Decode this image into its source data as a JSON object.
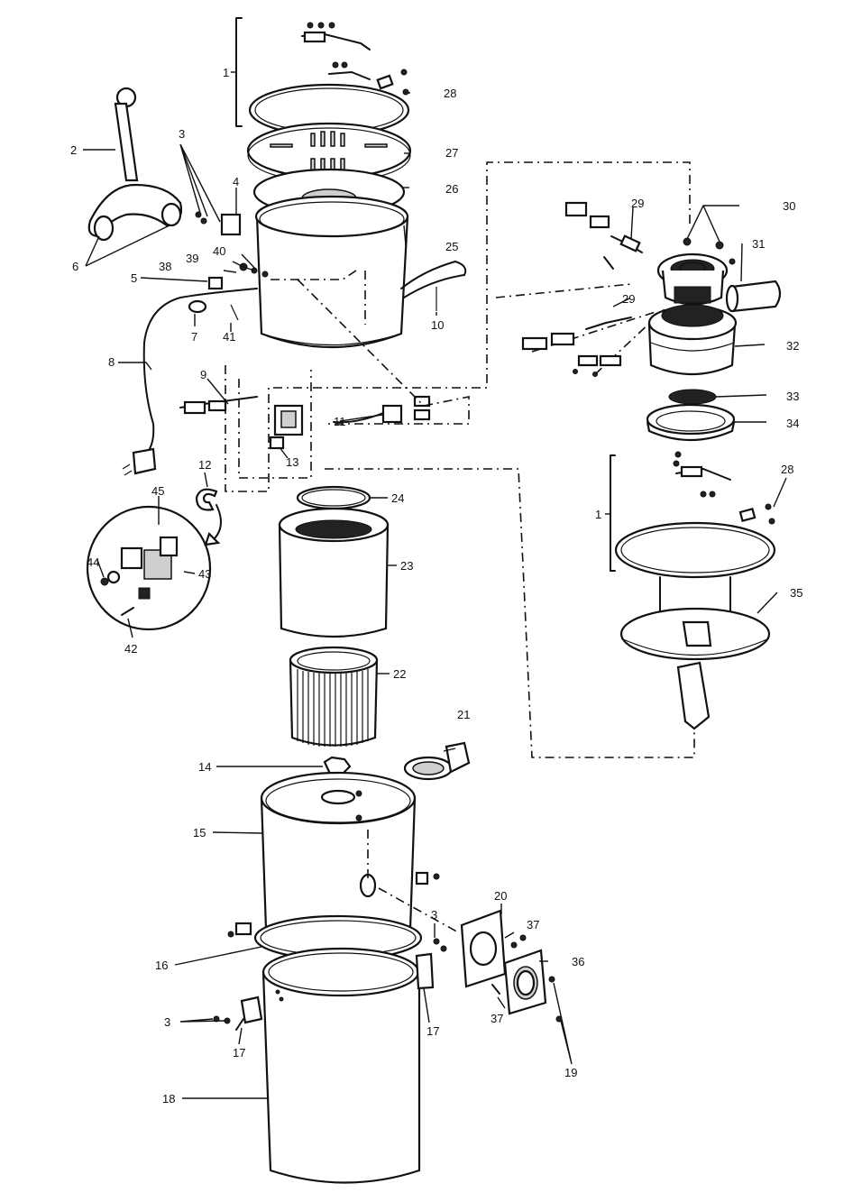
{
  "callouts": [
    {
      "key": "c1a",
      "text": "1"
    },
    {
      "key": "c2",
      "text": "2"
    },
    {
      "key": "c3a",
      "text": "3"
    },
    {
      "key": "c4",
      "text": "4"
    },
    {
      "key": "c5",
      "text": "5"
    },
    {
      "key": "c6",
      "text": "6"
    },
    {
      "key": "c7",
      "text": "7"
    },
    {
      "key": "c8",
      "text": "8"
    },
    {
      "key": "c9",
      "text": "9"
    },
    {
      "key": "c10",
      "text": "10"
    },
    {
      "key": "c11",
      "text": "11"
    },
    {
      "key": "c12",
      "text": "12"
    },
    {
      "key": "c13",
      "text": "13"
    },
    {
      "key": "c14",
      "text": "14"
    },
    {
      "key": "c15",
      "text": "15"
    },
    {
      "key": "c16",
      "text": "16"
    },
    {
      "key": "c17a",
      "text": "17"
    },
    {
      "key": "c17b",
      "text": "17"
    },
    {
      "key": "c18",
      "text": "18"
    },
    {
      "key": "c19",
      "text": "19"
    },
    {
      "key": "c20",
      "text": "20"
    },
    {
      "key": "c21",
      "text": "21"
    },
    {
      "key": "c22",
      "text": "22"
    },
    {
      "key": "c23",
      "text": "23"
    },
    {
      "key": "c24",
      "text": "24"
    },
    {
      "key": "c25",
      "text": "25"
    },
    {
      "key": "c26",
      "text": "26"
    },
    {
      "key": "c27",
      "text": "27"
    },
    {
      "key": "c28a",
      "text": "28"
    },
    {
      "key": "c29a",
      "text": "29"
    },
    {
      "key": "c29b",
      "text": "29"
    },
    {
      "key": "c30",
      "text": "30"
    },
    {
      "key": "c31",
      "text": "31"
    },
    {
      "key": "c32",
      "text": "32"
    },
    {
      "key": "c33",
      "text": "33"
    },
    {
      "key": "c34",
      "text": "34"
    },
    {
      "key": "c1b",
      "text": "1"
    },
    {
      "key": "c28b",
      "text": "28"
    },
    {
      "key": "c35",
      "text": "35"
    },
    {
      "key": "c36",
      "text": "36"
    },
    {
      "key": "c37a",
      "text": "37"
    },
    {
      "key": "c37b",
      "text": "37"
    },
    {
      "key": "c38",
      "text": "38"
    },
    {
      "key": "c39",
      "text": "39"
    },
    {
      "key": "c40",
      "text": "40"
    },
    {
      "key": "c41",
      "text": "41"
    },
    {
      "key": "c42",
      "text": "42"
    },
    {
      "key": "c43",
      "text": "43"
    },
    {
      "key": "c44",
      "text": "44"
    },
    {
      "key": "c45",
      "text": "45"
    },
    {
      "key": "c3b",
      "text": "3"
    },
    {
      "key": "c3c",
      "text": "3"
    }
  ]
}
